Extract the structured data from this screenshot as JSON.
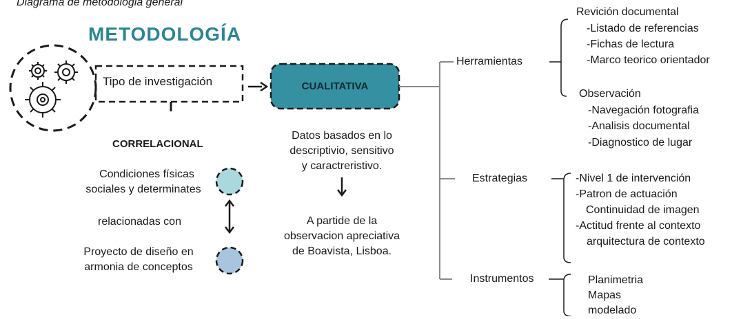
{
  "caption": "Diagrama de metodologia general",
  "title": "METODOLOGÍA",
  "colors": {
    "title": "#2b8596",
    "main_box": "#3590a2",
    "circle_top": "#a9d9dc",
    "circle_bottom": "#a8c4de",
    "lines": "#8a8a8a"
  },
  "tipo_investigacion": "Tipo de investigación",
  "main_box": "CUALITATIVA",
  "correlacional": {
    "title": "CORRELACIONAL",
    "line1": [
      "Condiciones físicas",
      "sociales y determinates"
    ],
    "middle": "relacionadas con",
    "line2": [
      "Proyecto de diseño en",
      "armonia de conceptos"
    ]
  },
  "datos": [
    "Datos basados en lo",
    "descriptivio, sensitivo",
    "y caractreristivo."
  ],
  "partide": [
    "A partide de la",
    "observacion apreciativa",
    "de Boavista, Lisboa."
  ],
  "branches": {
    "herramientas": {
      "label": "Herramientas",
      "revicion": {
        "title": "Revición documental",
        "items": [
          "-Listado de referencias",
          "-Fichas de lectura",
          "-Marco teorico orientador"
        ]
      },
      "observacion": {
        "title": "Observación",
        "items": [
          "-Navegación fotografia",
          "-Analisis documental",
          "-Diagnostico de lugar"
        ]
      }
    },
    "estrategias": {
      "label": "Estrategias",
      "items": [
        "-Nivel 1 de intervención",
        "-Patron de actuación",
        " Continuidad de imagen",
        "-Actitud frente al contexto",
        "  arquitectura de contexto"
      ]
    },
    "instrumentos": {
      "label": "Instrumentos",
      "items": [
        "Planimetria",
        "Mapas",
        "modelado"
      ]
    }
  }
}
